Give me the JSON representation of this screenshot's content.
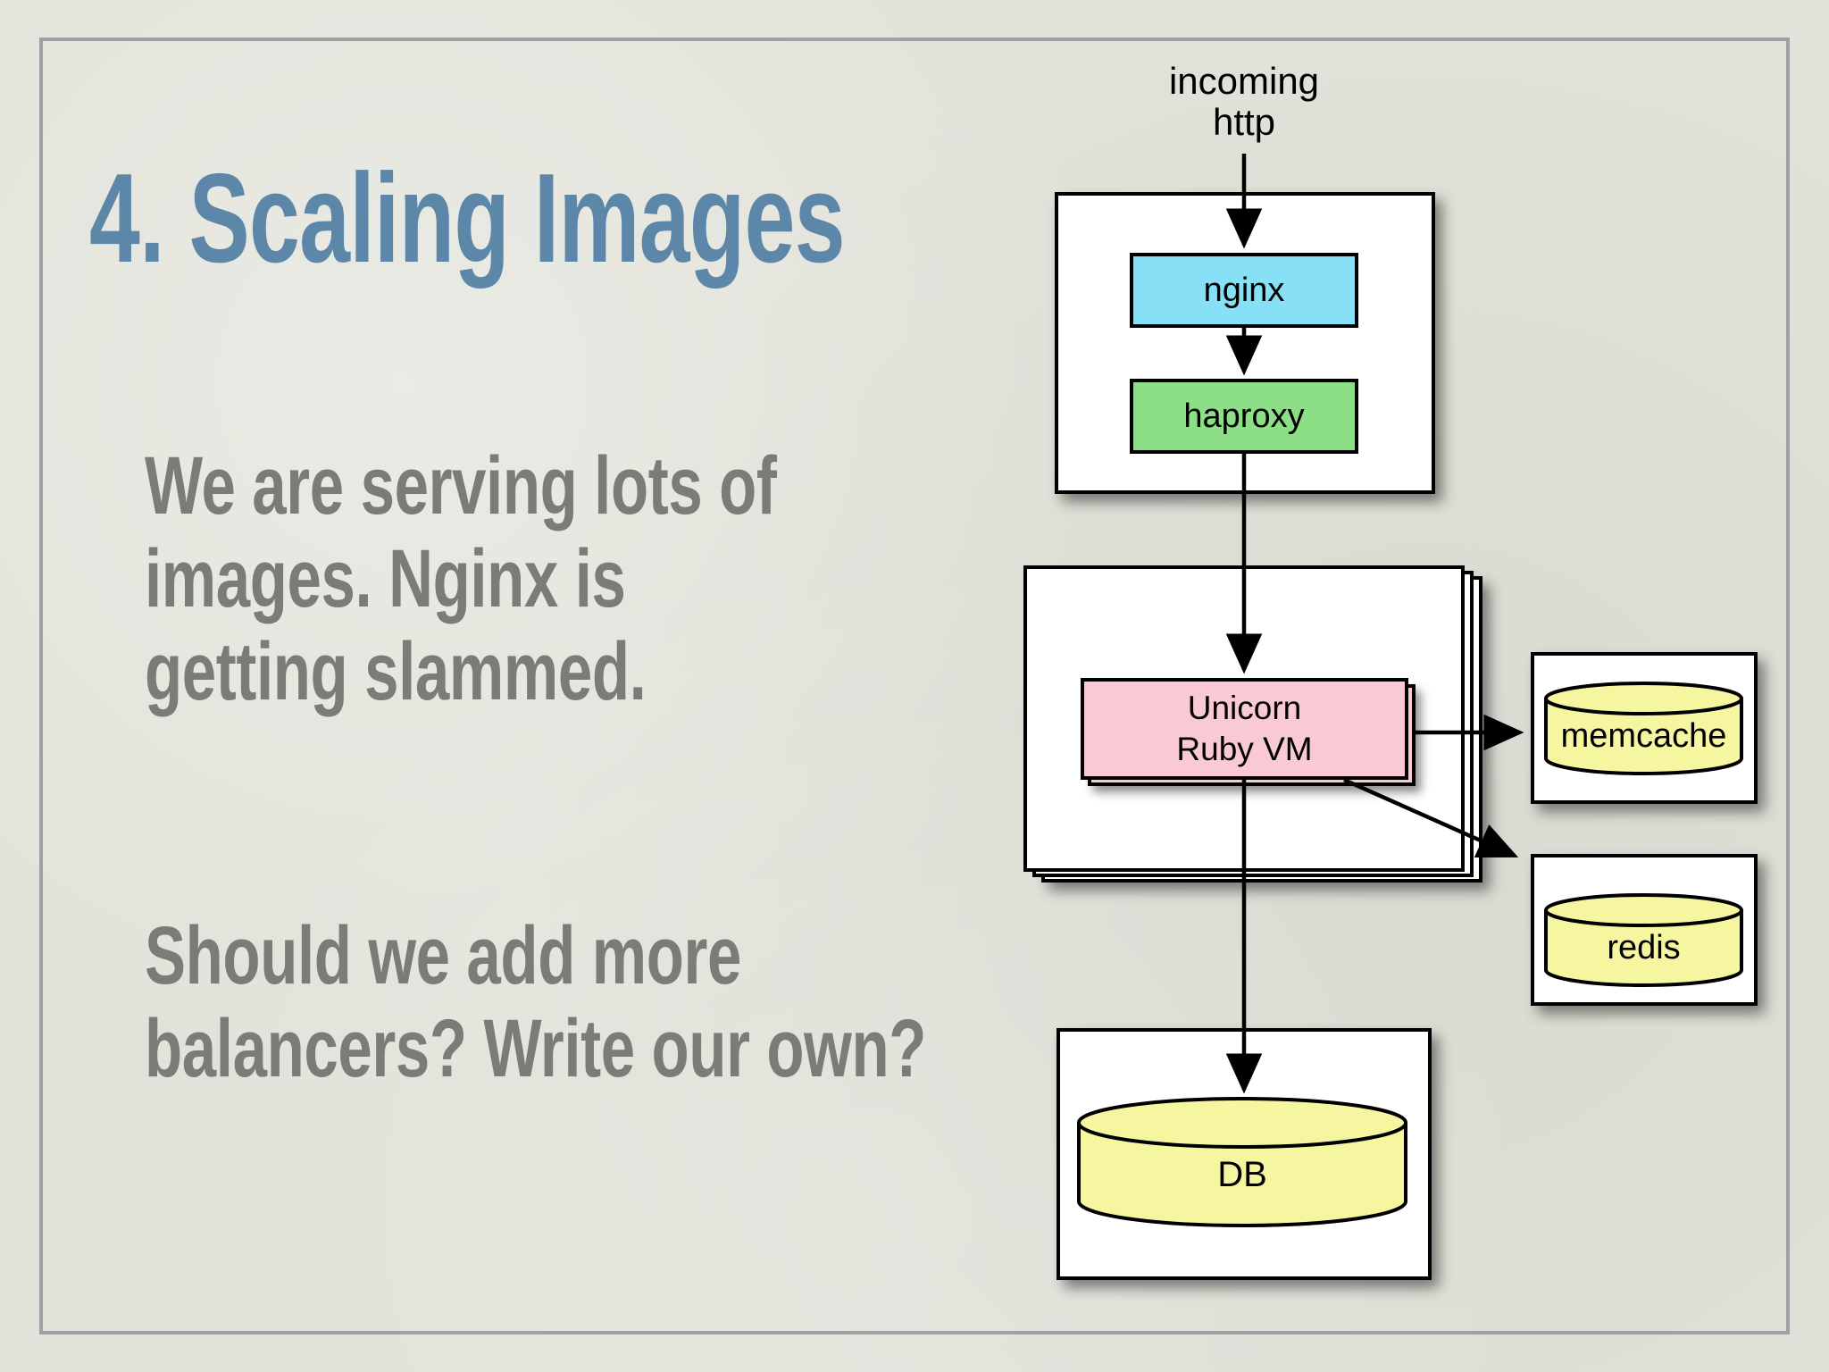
{
  "slide": {
    "title": "4. Scaling Images",
    "paragraphs": [
      {
        "lines": [
          "We are serving lots of",
          "images. Nginx is",
          "getting slammed."
        ]
      },
      {
        "lines": [
          "Should we add more",
          "balancers? Write our own?"
        ]
      }
    ]
  },
  "diagram": {
    "incoming_label": {
      "line1": "incoming",
      "line2": "http"
    },
    "load_balancer_cluster": {
      "nginx_label": "nginx",
      "haproxy_label": "haproxy"
    },
    "app_server_cluster": {
      "label_line1": "Unicorn",
      "label_line2": "Ruby VM"
    },
    "memcache_label": "memcache",
    "redis_label": "redis",
    "db_label": "DB"
  },
  "colors": {
    "background": "#e2e2da",
    "frame_border": "#9fa0a4",
    "title_text": "#5c87a9",
    "body_text": "#7b7b77",
    "nginx_fill": "#87e0f5",
    "haproxy_fill": "#8cdf86",
    "unicorn_fill": "#f9c9d4",
    "cylinder_fill": "#f6f6a1",
    "box_fill": "#ffffff",
    "line_color": "#000000"
  }
}
